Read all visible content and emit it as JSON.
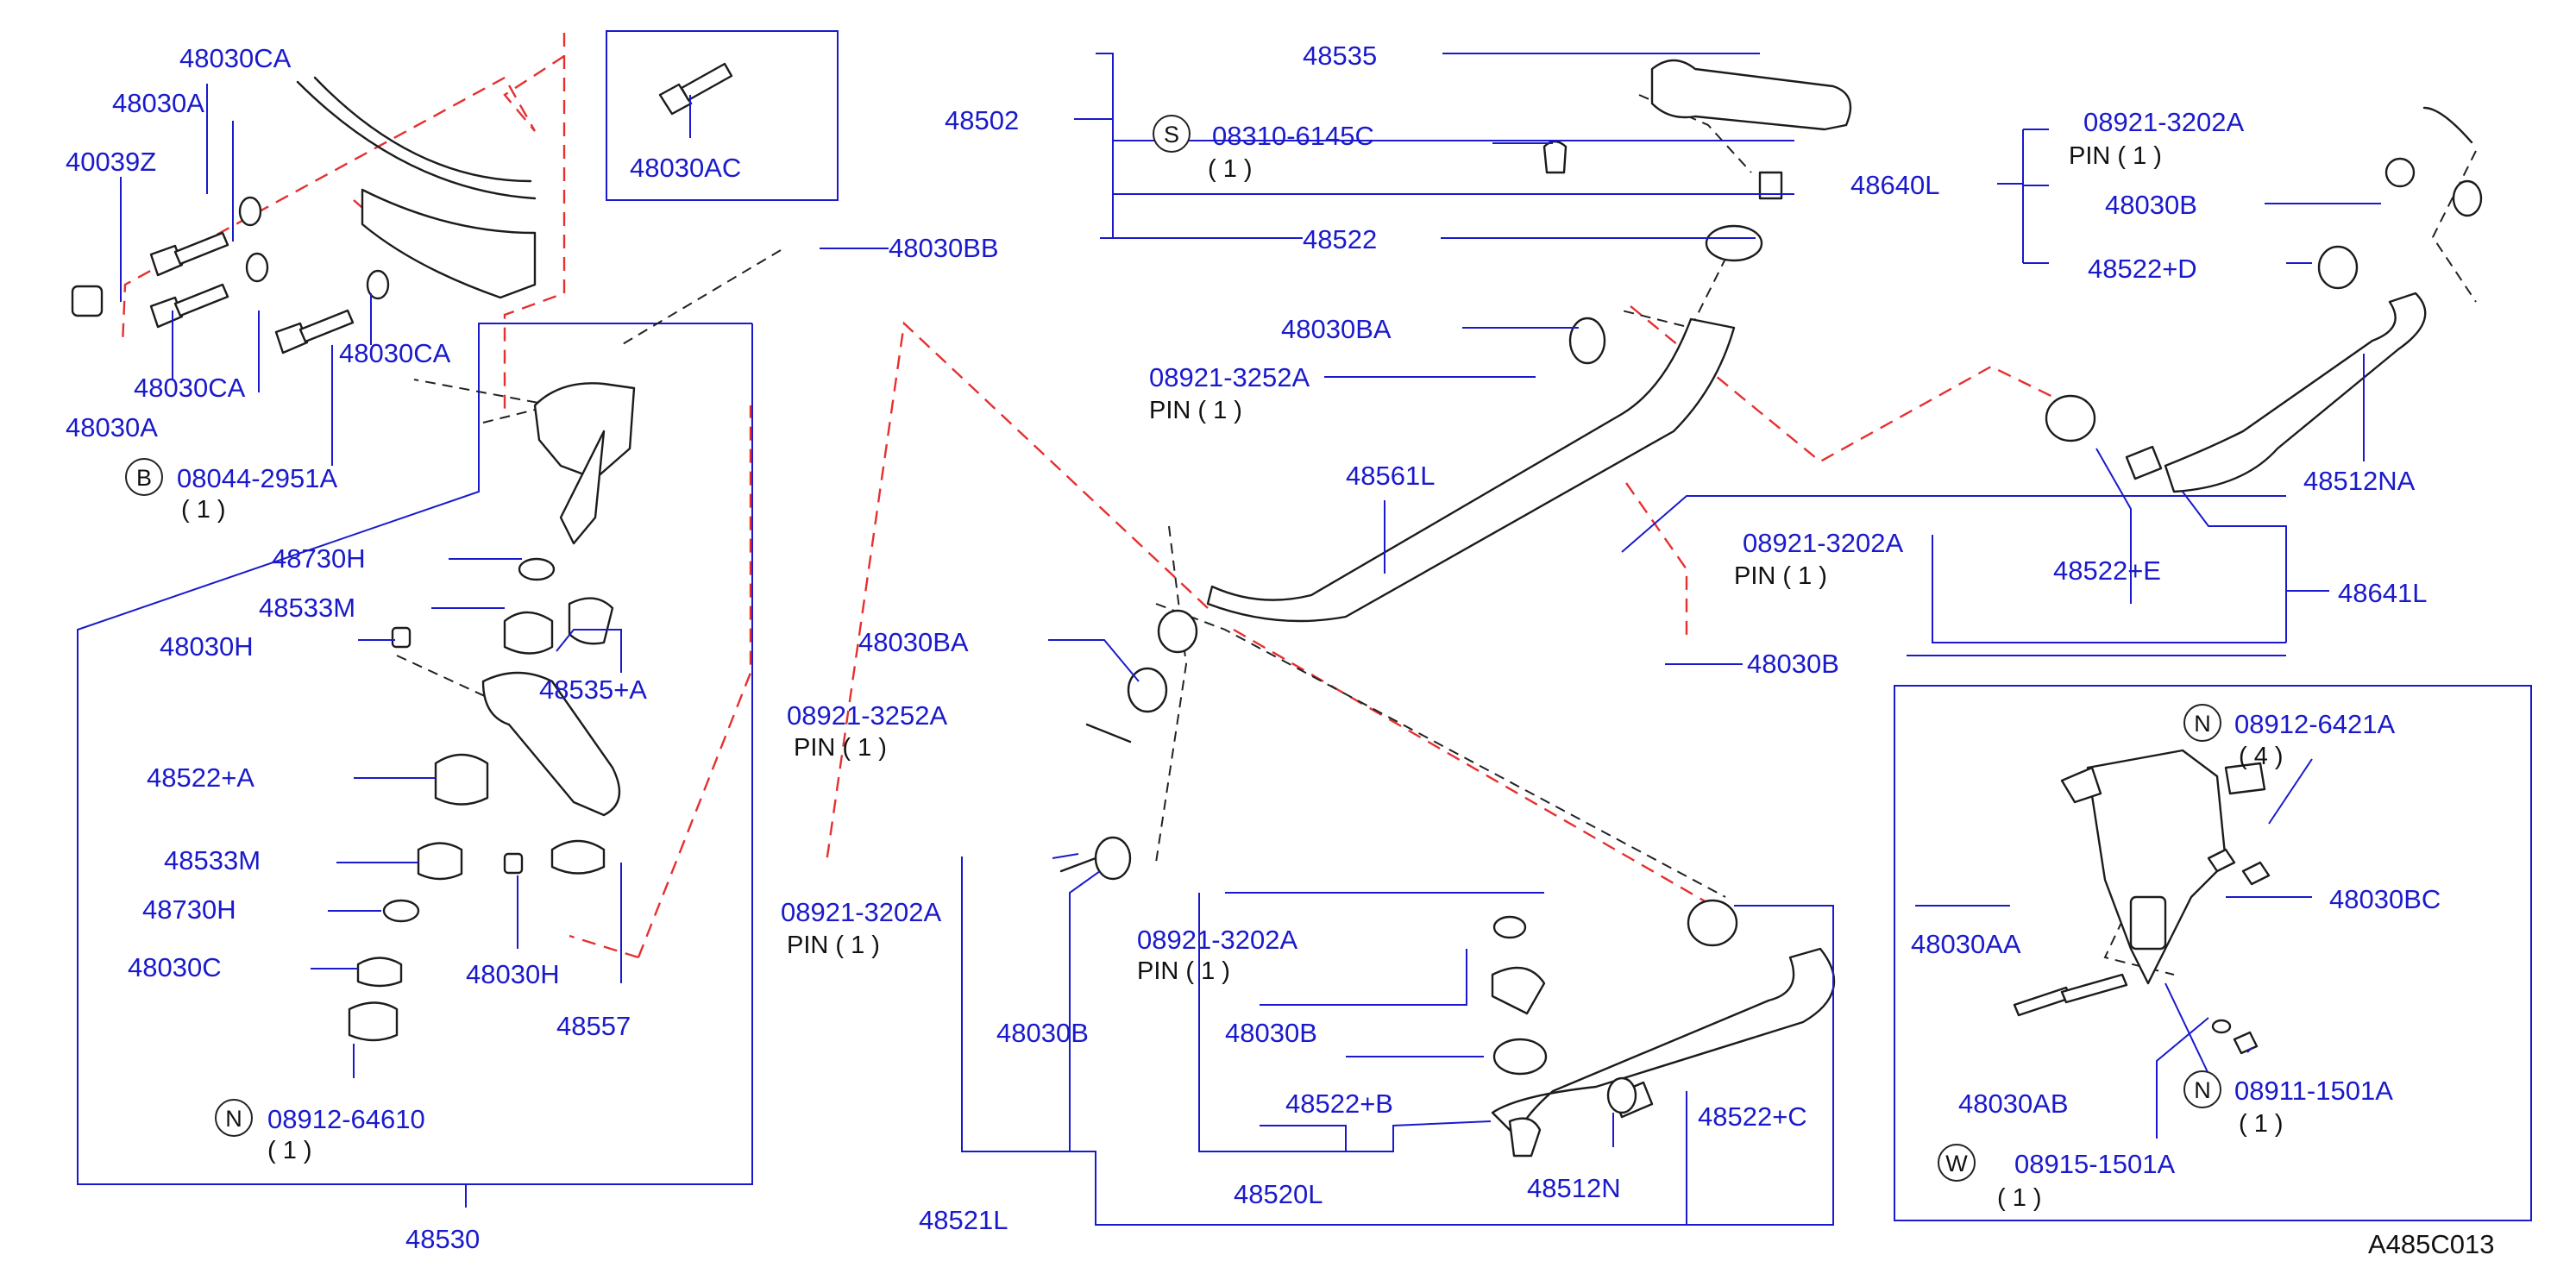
{
  "diagram_code": "A485C013",
  "qty_one": "( 1 )",
  "qty_four": "( 4 )",
  "pin_qty": "PIN ( 1 )",
  "symbols": {
    "B": "B",
    "S": "S",
    "N": "N",
    "W": "W"
  },
  "parts": {
    "p48030CA_top": "48030CA",
    "p48030A_top": "48030A",
    "p40039Z": "40039Z",
    "p48030CA_bl": "48030CA",
    "p48030A_bot": "48030A",
    "p48030CA_mid": "48030CA",
    "p08044": "08044-2951A",
    "p48030AC": "48030AC",
    "p48030BB": "48030BB",
    "p48730H_1": "48730H",
    "p48533M_1": "48533M",
    "p48030H_1": "48030H",
    "p48535A": "48535+A",
    "p48522A": "48522+A",
    "p48533M_2": "48533M",
    "p48730H_2": "48730H",
    "p48030C": "48030C",
    "p48030H_2": "48030H",
    "p48557": "48557",
    "p08912_64610": "08912-64610",
    "p48530": "48530",
    "p48502": "48502",
    "p48535": "48535",
    "p08310": "08310-6145C",
    "p48522": "48522",
    "p48030BA_1": "48030BA",
    "p08921_3252A_1": "08921-3252A",
    "p48561L": "48561L",
    "p48030BA_2": "48030BA",
    "p08921_3252A_2": "08921-3252A",
    "p08921_3202A_1": "08921-3202A",
    "p48030B_1": "48030B",
    "p08921_3202A_2": "08921-3202A",
    "p48030B_2": "48030B",
    "p48522B": "48522+B",
    "p48520L": "48520L",
    "p48512N": "48512N",
    "p48522C": "48522+C",
    "p48521L": "48521L",
    "p48640L": "48640L",
    "p08921_3202A_3": "08921-3202A",
    "p48030B_3": "48030B",
    "p48522D": "48522+D",
    "p48512NA": "48512NA",
    "p08921_3202A_4": "08921-3202A",
    "p48522E": "48522+E",
    "p48641L": "48641L",
    "p48030B_4": "48030B",
    "p08912_6421A": "08912-6421A",
    "p48030BC": "48030BC",
    "p48030AA": "48030AA",
    "p48030AB": "48030AB",
    "p08911": "08911-1501A",
    "p08915": "08915-1501A"
  }
}
